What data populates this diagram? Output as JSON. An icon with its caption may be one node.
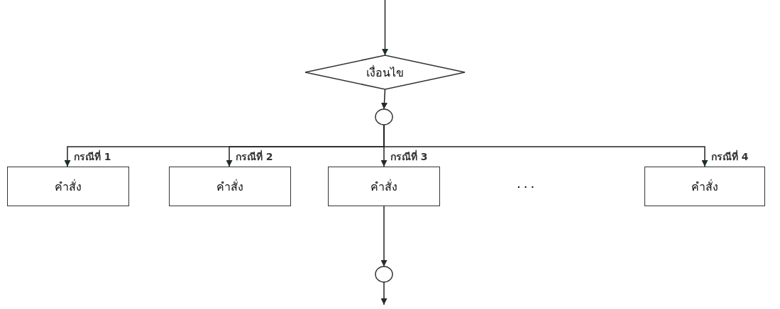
{
  "diagram": {
    "nodes": [
      {
        "text": [
          "เงื่อนไข"
        ]
      },
      {
        "text": [],
        "shape": "circle"
      },
      {
        "text": [
          "คำสั่ง"
        ]
      },
      {
        "text": [
          "คำสั่ง"
        ]
      },
      {
        "text": [
          "คำสั่ง"
        ]
      },
      {
        "text": [
          "คำสั่ง"
        ]
      },
      {
        "text": [],
        "shape": "circle"
      }
    ],
    "edges": [
      {
        "from": null,
        "to": 0,
        "arrow": "to"
      },
      {
        "from": 0,
        "to": 1,
        "arrow": "to"
      },
      {
        "from": 1,
        "to": 2,
        "arrow": "to",
        "label": "กรณีที่ 1"
      },
      {
        "from": 1,
        "to": 3,
        "arrow": "to",
        "label": "กรณีที่ 2"
      },
      {
        "from": 1,
        "to": 4,
        "arrow": "to",
        "label": "กรณีที่ 3"
      },
      {
        "from": 1,
        "to": 5,
        "arrow": "to",
        "label": "กรณีที่ 4"
      },
      {
        "from": 4,
        "to": 6,
        "arrow": "to"
      },
      {
        "from": 6,
        "to": null,
        "arrow": "to"
      }
    ],
    "labels": [
      "..."
    ]
  }
}
